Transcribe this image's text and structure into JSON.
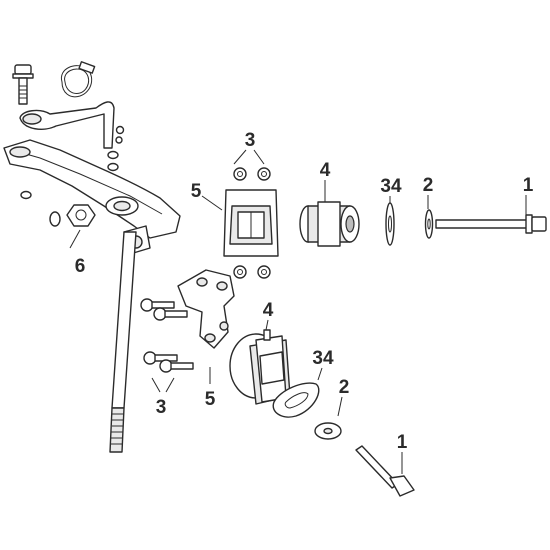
{
  "callouts": {
    "c1_top": "1",
    "c2_top": "2",
    "c34_top": "34",
    "c4_top": "4",
    "c5_top": "5",
    "c3_top": "3",
    "c6": "6",
    "c4_bottom": "4",
    "c34_bottom": "34",
    "c2_bottom": "2",
    "c1_bottom": "1",
    "c5_bottom": "5",
    "c3_bottom": "3"
  }
}
